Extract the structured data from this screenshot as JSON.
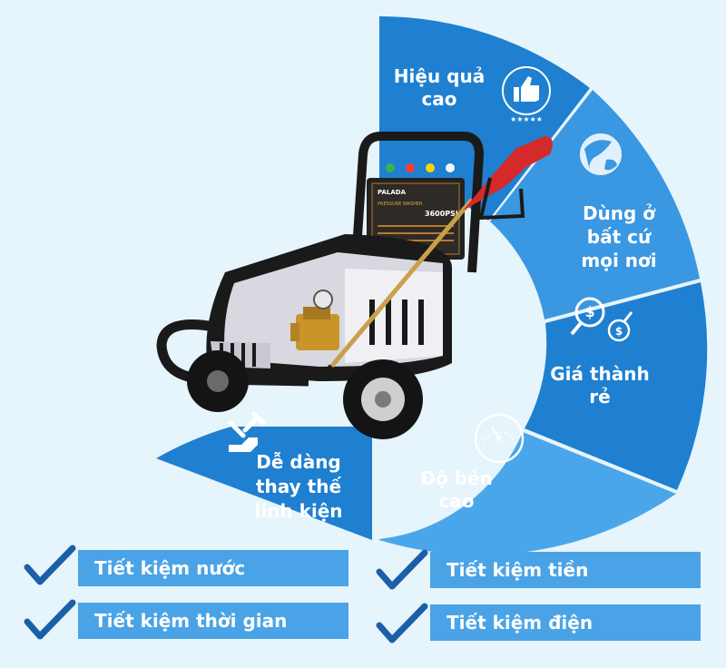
{
  "segments": [
    {
      "lines": [
        "Hiệu quả",
        "cao"
      ],
      "icon": "thumbs-up-icon",
      "color": "#1f7fd0"
    },
    {
      "lines": [
        "Dùng ở",
        "bất cứ",
        "mọi nơi"
      ],
      "icon": "globe-icon",
      "color": "#3a97e2"
    },
    {
      "lines": [
        "Giá thành",
        "rẻ"
      ],
      "icon": "money-search-icon",
      "color": "#1f7fd0"
    },
    {
      "lines": [
        "Độ bền",
        "cao"
      ],
      "icon": "gauge-icon",
      "color": "#4aa6ea"
    },
    {
      "lines": [
        "Dễ dàng",
        "thay thế",
        "linh kiện"
      ],
      "icon": "wrench-hand-icon",
      "color": "#1f7fd0"
    }
  ],
  "machine": {
    "brand": "PALADA",
    "psi": "3600PSI",
    "subtitle": "PRESSURE WASHER"
  },
  "benefits": [
    {
      "label": "Tiết kiệm nước",
      "icon": "check-icon"
    },
    {
      "label": "Tiết kiệm tiền",
      "icon": "check-icon"
    },
    {
      "label": "Tiết kiệm thời gian",
      "icon": "check-icon"
    },
    {
      "label": "Tiết kiệm điện",
      "icon": "check-icon"
    }
  ],
  "colors": {
    "background": "#e6f4fb",
    "banner": "#4aa3e6",
    "check": "#1b5fa8",
    "frame": "#1a1a1a",
    "wand": "#d42a2a",
    "brass": "#c9952a"
  }
}
